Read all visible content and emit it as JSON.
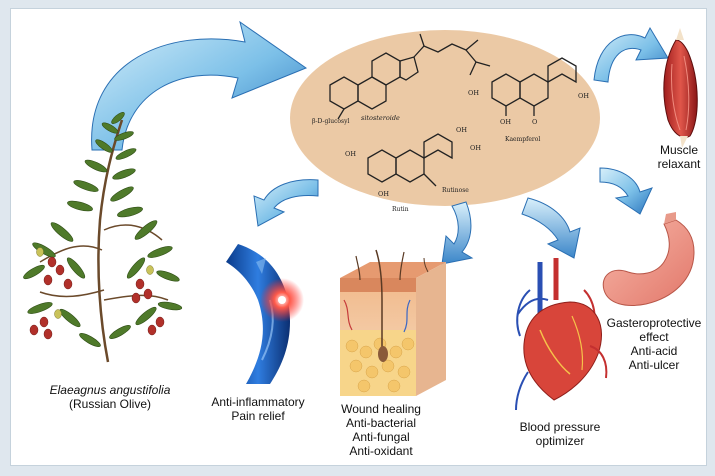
{
  "plant": {
    "name": "Elaeagnus angustifolia",
    "common": "(Russian Olive)"
  },
  "compounds": {
    "glycoside_label": "β-D-glucosyl",
    "sterol": "sitosteroide",
    "kaempferol": "Kaempferol",
    "rutin": "Rutin",
    "rutinose": "Rutinose",
    "hydroxyl": "OH",
    "oxygen": "O"
  },
  "effects": {
    "muscle": [
      "Muscle",
      "relaxant"
    ],
    "gastro": [
      "Gasteroprotective",
      "effect",
      "Anti-acid",
      "Anti-ulcer"
    ],
    "inflammation": [
      "Anti-inflammatory",
      "Pain relief"
    ],
    "wound": [
      "Wound healing",
      "Anti-bacterial",
      "Anti-fungal",
      "Anti-oxidant"
    ],
    "blood": [
      "Blood pressure",
      "optimizer"
    ]
  },
  "colors": {
    "oval": "#ebc9a5",
    "arrow_light": "#bfe3f6",
    "arrow_dark": "#2e7dc4",
    "leaf": "#4f7a2a",
    "berry": "#b1302a"
  }
}
